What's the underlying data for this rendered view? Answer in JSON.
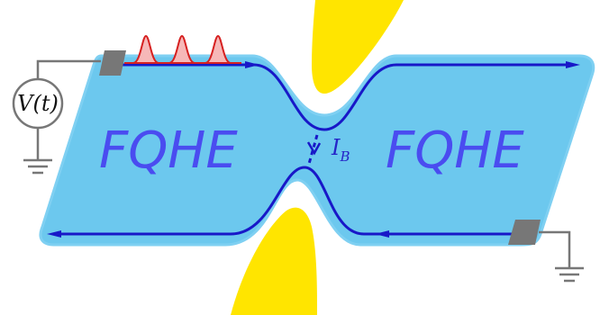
{
  "diagram": {
    "left_region_label": "FQHE",
    "right_region_label": "FQHE",
    "source_label": "V(t)",
    "tunneling_current_label": "I",
    "tunneling_current_subscript": "B"
  },
  "colors": {
    "sample_fill": "#6cc8ee",
    "sample_shadow": "#3aa6d8",
    "edge_channel": "#1818c8",
    "gate": "#ffe500",
    "pulse_fill": "#f6b8b8",
    "pulse_stroke": "#d62020",
    "contact": "#777777",
    "wire": "#777777",
    "text_region": "#4a4cf0"
  },
  "icons": {
    "voltage_source": "ac-voltage-source-icon",
    "ground": "ground-icon",
    "contact": "ohmic-contact-icon",
    "gate": "split-gate-icon",
    "pulses": "lorentzian-pulses-icon"
  }
}
